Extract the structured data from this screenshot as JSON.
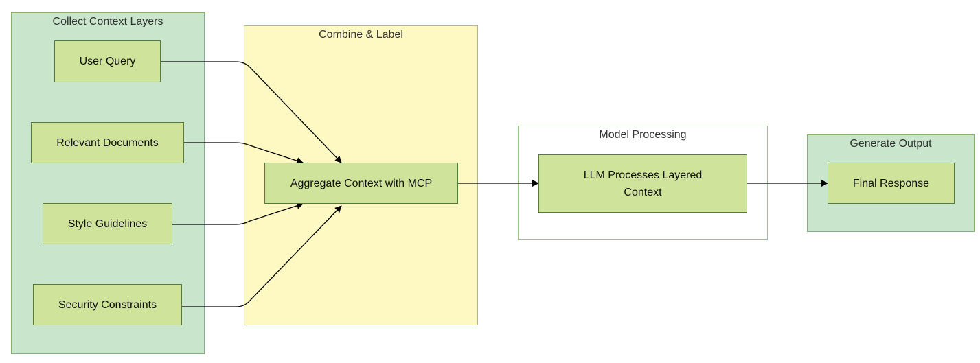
{
  "groups": {
    "collect": "Collect Context Layers",
    "combine": "Combine & Label",
    "model": "Model Processing",
    "output": "Generate Output"
  },
  "nodes": {
    "user_query": "User Query",
    "relevant_documents": "Relevant Documents",
    "style_guidelines": "Style Guidelines",
    "security_constraints": "Security Constraints",
    "aggregate": "Aggregate Context with MCP",
    "llm_line1": "LLM Processes Layered",
    "llm_line2": "Context",
    "final_response": "Final Response"
  },
  "colors": {
    "group_green": "#c9e5cc",
    "group_yellow": "#fef9c3",
    "node_fill": "#cfe39b",
    "node_border": "#557a3a",
    "edge": "#000000"
  }
}
